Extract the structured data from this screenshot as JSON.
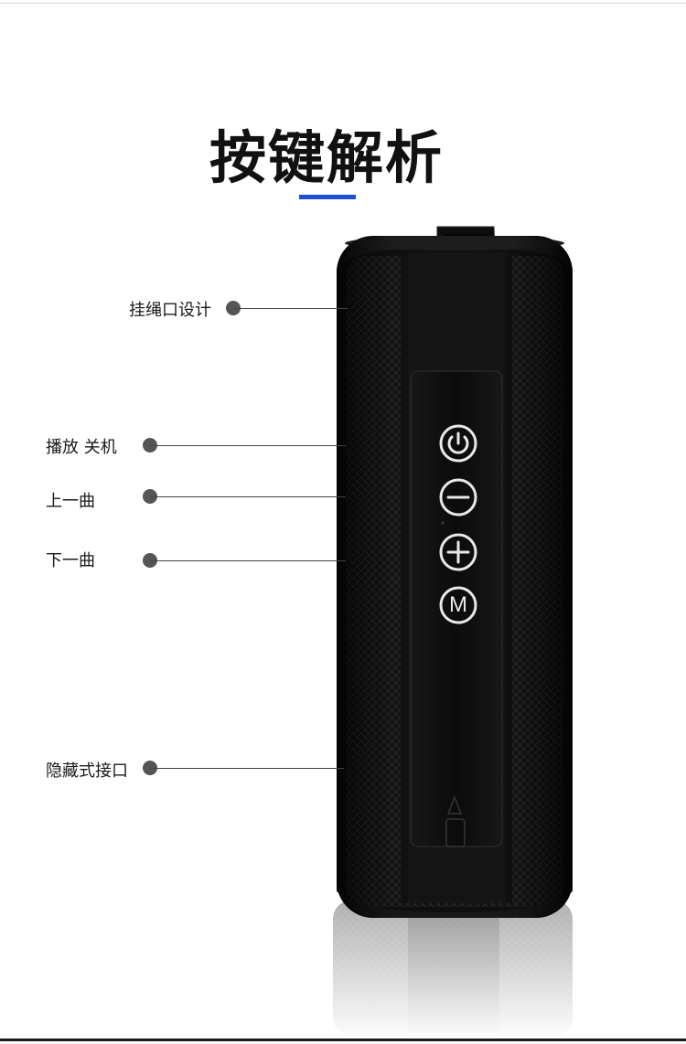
{
  "header": {
    "title": "按键解析",
    "accent_color": "#1e4fd8"
  },
  "callouts": [
    {
      "id": "lanyard",
      "label": "挂绳口设计"
    },
    {
      "id": "power",
      "label": "播放 关机"
    },
    {
      "id": "prev",
      "label": "上一曲"
    },
    {
      "id": "next",
      "label": "下一曲"
    },
    {
      "id": "port",
      "label": "隐藏式接口"
    }
  ],
  "buttons": [
    {
      "icon": "power-icon"
    },
    {
      "icon": "minus-icon"
    },
    {
      "icon": "plus-icon"
    },
    {
      "icon": "mode-icon",
      "text": "M"
    }
  ],
  "colors": {
    "body": "#111111",
    "grille": "#1c1c1c",
    "panel": "#0b0b0b",
    "callout_dot": "#555555"
  }
}
